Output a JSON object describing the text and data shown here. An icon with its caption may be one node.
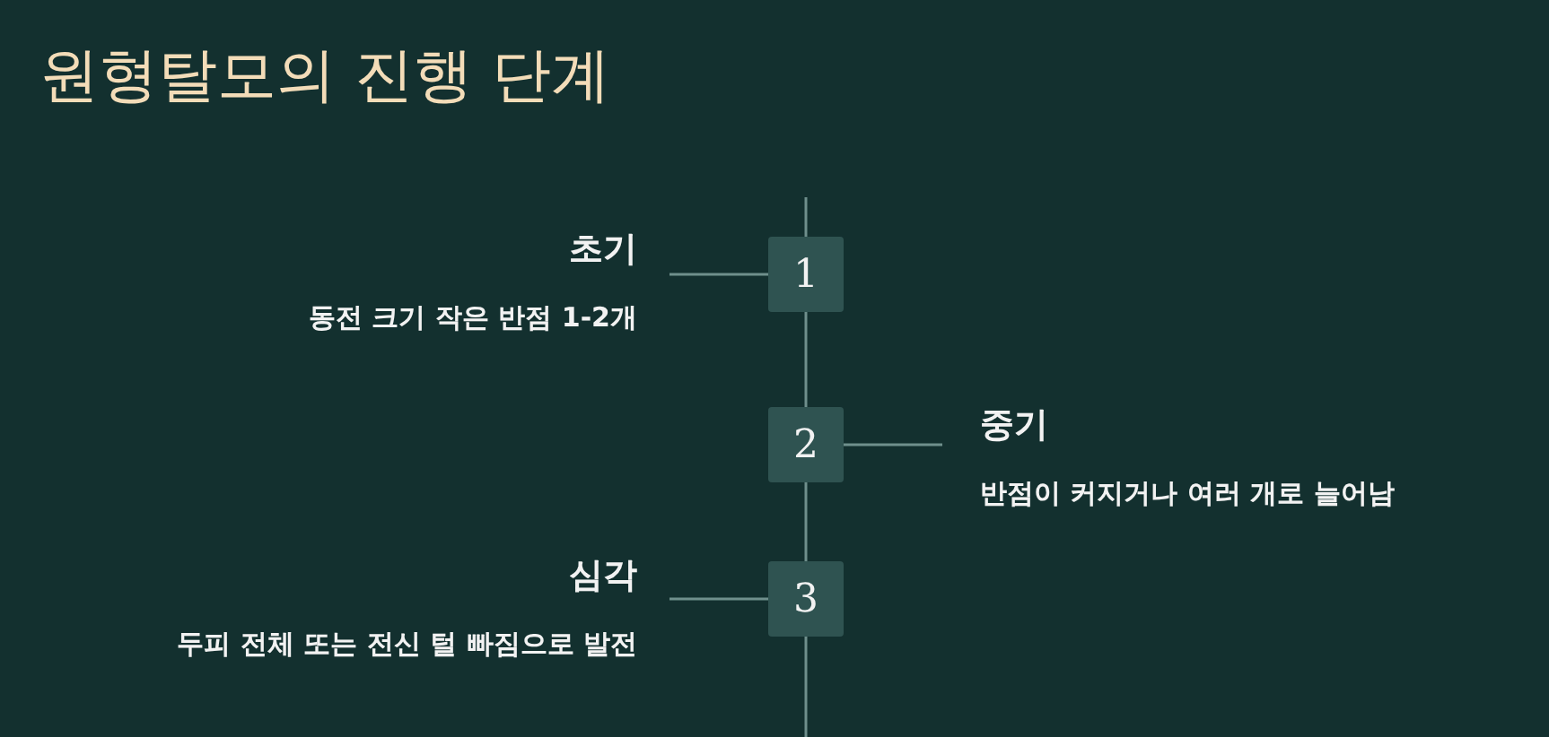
{
  "diagram": {
    "title": "원형탈모의 진행 단계",
    "nodes": [
      {
        "text": [
          "초기",
          "동전 크기 작은 반점 1-2개"
        ]
      },
      {
        "text": [
          "1"
        ]
      },
      {
        "text": [
          "2"
        ]
      },
      {
        "text": [
          "중기",
          "반점이 커지거나 여러 개로 늘어남"
        ]
      },
      {
        "text": [
          "심각",
          "두피 전체 또는 전신 털 빠짐으로 발전"
        ]
      },
      {
        "text": [
          "3"
        ]
      }
    ],
    "edges": [
      {
        "from": null,
        "to": 1,
        "arrow": "none"
      },
      {
        "from": 0,
        "to": 1,
        "arrow": "none"
      },
      {
        "from": 1,
        "to": 2,
        "arrow": "none"
      },
      {
        "from": 2,
        "to": 3,
        "arrow": "none"
      },
      {
        "from": 2,
        "to": 5,
        "arrow": "none"
      },
      {
        "from": 4,
        "to": 5,
        "arrow": "none"
      },
      {
        "from": 5,
        "to": null,
        "arrow": "none"
      }
    ]
  }
}
